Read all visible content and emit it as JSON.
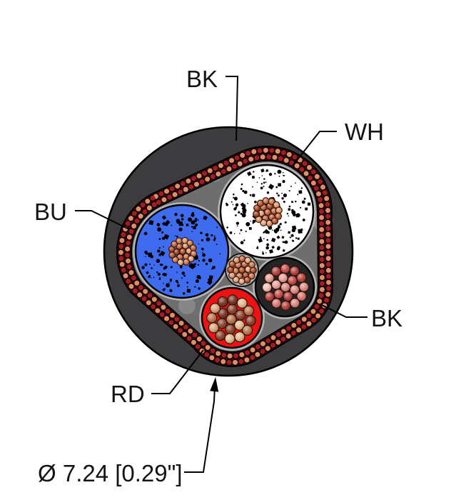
{
  "diagram": {
    "type": "cable-cross-section",
    "labels": {
      "jacket_top": "BK",
      "white_core": "WH",
      "blue_core": "BU",
      "black_core": "BK",
      "red_core": "RD",
      "diameter": "Ø 7.24 [0.29\"]"
    }
  },
  "colors": {
    "jacket": "#3c3c3e",
    "filler": "#6e6e6e",
    "filler_light": "#cfcfcf",
    "shield_band": "#400c10",
    "shield_dot_light": "#dd9068",
    "shield_dot_dark": "#a21c26",
    "blue_core": "#3f6cee",
    "white_core": "#ffffff",
    "black_core": "#242424",
    "red_core": "#ee1212",
    "drain_halo": "#b0b0b0",
    "speckle": "#000000",
    "strand_outline": "#30100a",
    "text": "#141414",
    "palettes": {
      "copper_small": [
        "#b5582f",
        "#cd7b4e",
        "#e09a6d",
        "#c76a44",
        "#a94c28",
        "#e2a87e"
      ],
      "copper_pink": [
        "#c4524e",
        "#d97b72",
        "#e8a19a",
        "#eec0b2",
        "#b44742",
        "#d88d80"
      ],
      "copper_brown": [
        "#8e4a32",
        "#b97a52",
        "#d9a67f",
        "#a86242",
        "#7c3c28",
        "#e0b890"
      ]
    }
  }
}
